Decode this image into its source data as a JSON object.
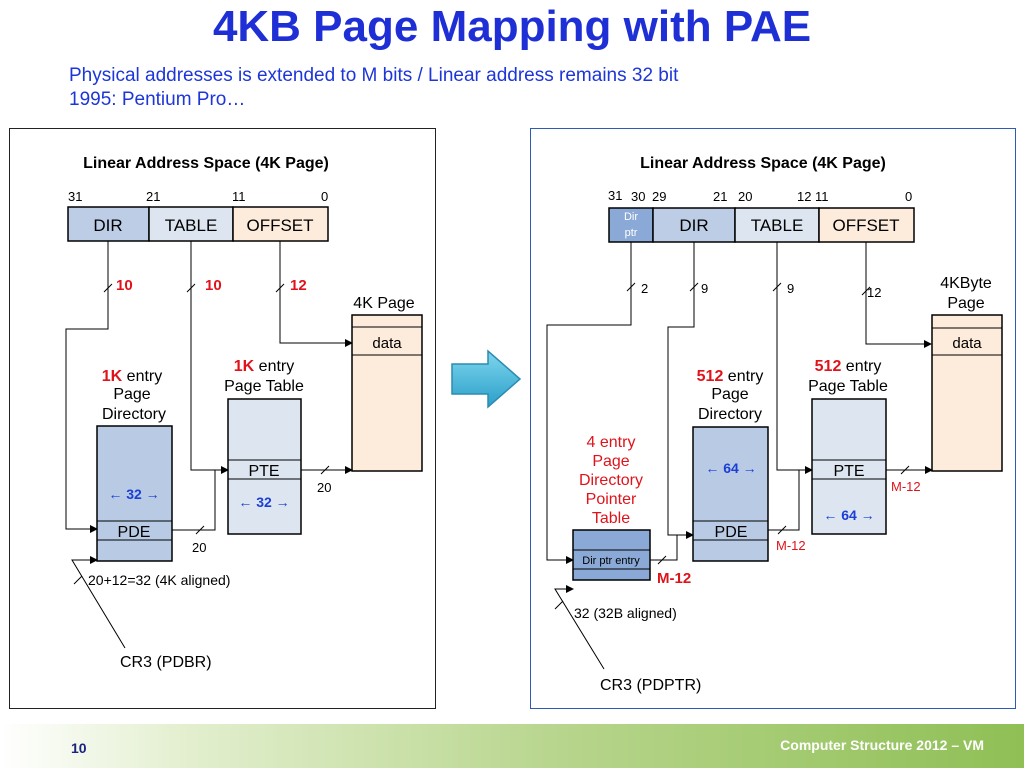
{
  "slide": {
    "title": "4KB Page Mapping with PAE",
    "subtitle_lines": [
      "Physical addresses is extended to M bits / Linear address remains 32 bit",
      "1995: Pentium Pro…"
    ],
    "page_number": "10",
    "footer": "Computer Structure 2012 – VM"
  },
  "left": {
    "heading": "Linear Address Space (4K Page)",
    "bits": [
      "31",
      "21",
      "11",
      "0"
    ],
    "fields": [
      "DIR",
      "TABLE",
      "OFFSET"
    ],
    "widths": [
      "10",
      "10",
      "12"
    ],
    "page_label": "4K Page",
    "data_label": "data",
    "pd_label_strong": "1K",
    "pd_label_rest": " entry",
    "pd_label_lines": [
      "Page",
      "Directory"
    ],
    "pt_label_strong": "1K",
    "pt_label_rest": " entry",
    "pt_label_line2": "Page Table",
    "pte": "PTE",
    "pde": "PDE",
    "width_32": "← 32 →",
    "pte_out": "20",
    "pde_out": "20",
    "cr3_width": "20+12=32  (4K aligned)",
    "cr3": "CR3 (PDBR)"
  },
  "right": {
    "heading": "Linear Address Space (4K Page)",
    "bits": [
      "31",
      "30",
      "29",
      "21",
      "20",
      "12",
      "11",
      "0"
    ],
    "dirptr": [
      "Dir",
      "ptr"
    ],
    "fields": [
      "DIR",
      "TABLE",
      "OFFSET"
    ],
    "widths": [
      "2",
      "9",
      "9",
      "12"
    ],
    "page_label": [
      "4KByte",
      "Page"
    ],
    "data_label": "data",
    "pdpt_lines": [
      "4 entry",
      "Page",
      "Directory",
      "Pointer",
      "Table"
    ],
    "pd_label_strong": "512",
    "pd_label_rest": " entry",
    "pd_label_lines": [
      "Page",
      "Directory"
    ],
    "pt_label_strong": "512",
    "pt_label_rest": " entry",
    "pt_label_line2": "Page Table",
    "pte": "PTE",
    "pde": "PDE",
    "dirptr_entry": "Dir ptr entry",
    "width_64": "← 64 →",
    "m12_pte": "M-12",
    "m12_pde": "M-12",
    "m12_dirptr": "M-12",
    "cr3_width": "32  (32B aligned)",
    "cr3": "CR3 (PDPTR)"
  },
  "colors": {
    "title": "#1f2fd6",
    "red": "#e0131b",
    "blue_arrow": "#1b3fd6",
    "dir_fill": "#bccde5",
    "table_fill": "#dde6f0",
    "offset_fill": "#fdebdc",
    "pd_fill": "#b9cbe4",
    "pdpt_fill": "#8aa9d6",
    "page_fill": "#fdebdc"
  }
}
